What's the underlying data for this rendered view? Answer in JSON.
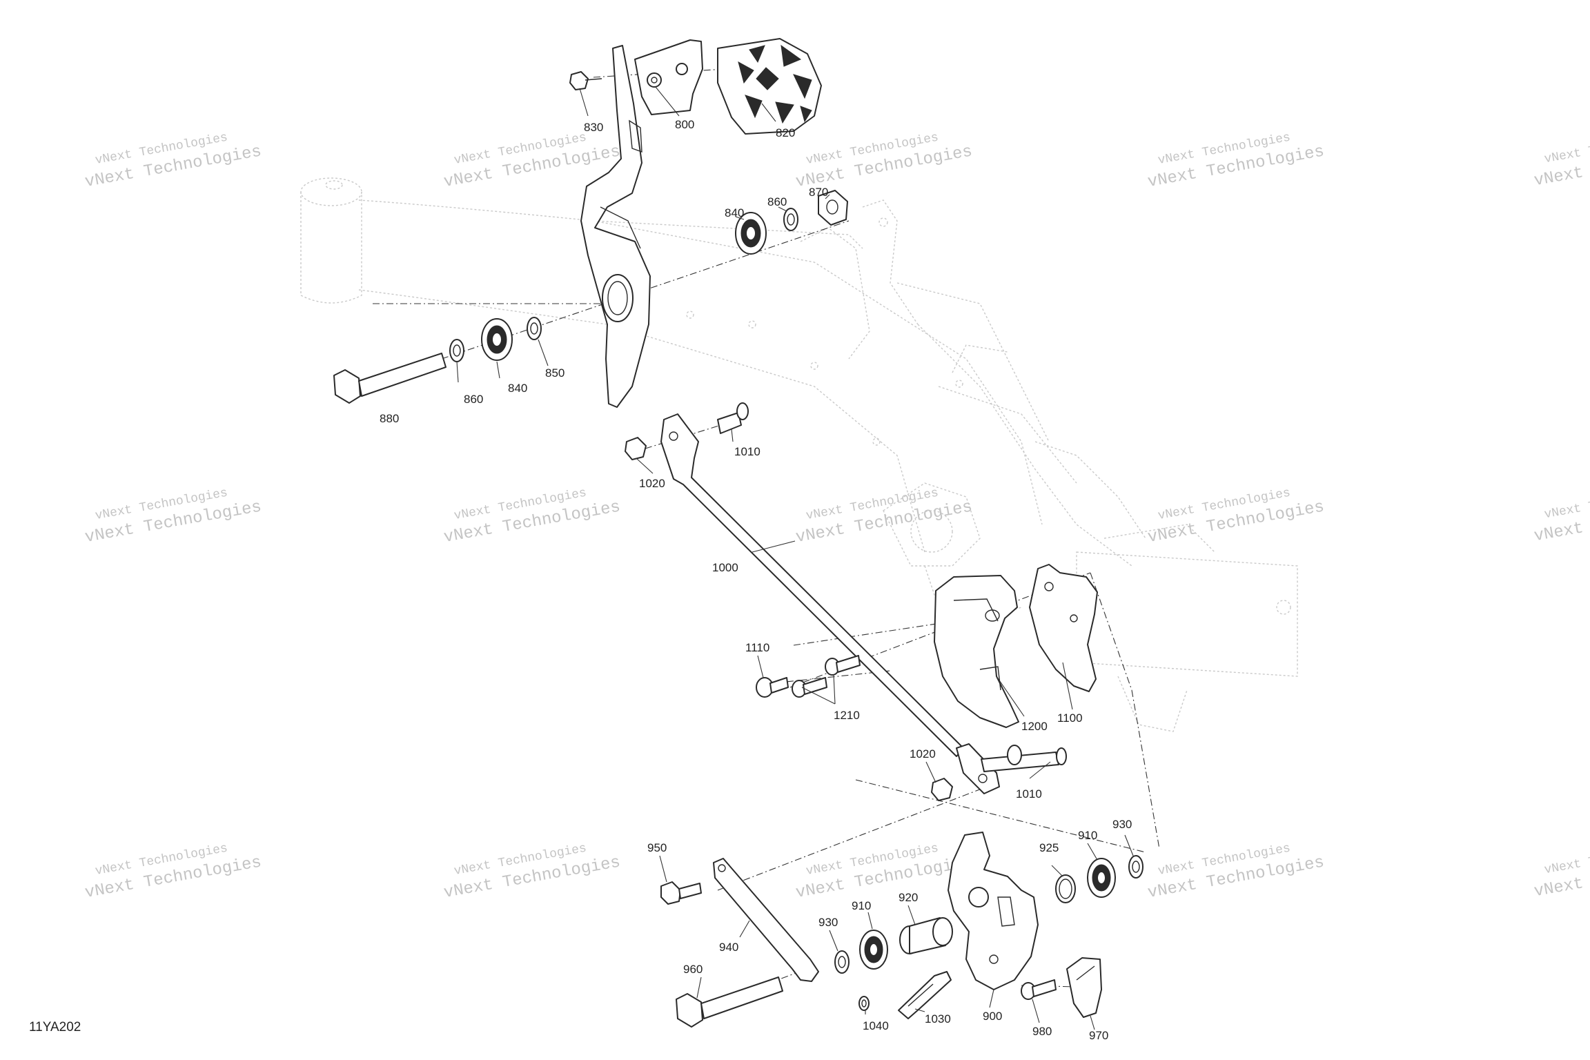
{
  "diagram_code": "11YA202",
  "watermark_text": "vNext Technologies",
  "callouts": {
    "p800": "800",
    "p820": "820",
    "p830": "830",
    "p840a": "840",
    "p860a": "860",
    "p870": "870",
    "p840b": "840",
    "p860b": "860",
    "p850": "850",
    "p880": "880",
    "p1010a": "1010",
    "p1020a": "1020",
    "p1000": "1000",
    "p1110": "1110",
    "p1210": "1210",
    "p1200": "1200",
    "p1100": "1100",
    "p1020b": "1020",
    "p1010b": "1010",
    "p950": "950",
    "p940": "940",
    "p930a": "930",
    "p910a": "910",
    "p920": "920",
    "p925": "925",
    "p910b": "910",
    "p930b": "930",
    "p960": "960",
    "p1040": "1040",
    "p1030": "1030",
    "p900": "900",
    "p980": "980",
    "p970": "970"
  }
}
